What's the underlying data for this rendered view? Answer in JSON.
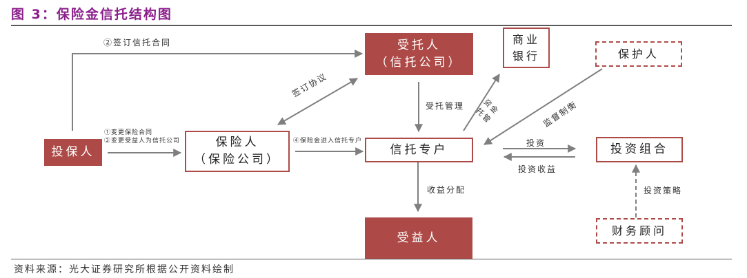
{
  "figure": {
    "title": "图 3：保险金信托结构图",
    "source": "资料来源：光大证券研究所根据公开资料绘制"
  },
  "nodes": {
    "policyholder": "投保人",
    "insurer_line1": "保险人",
    "insurer_line2": "（保险公司）",
    "trustee_line1": "受托人",
    "trustee_line2": "（信托公司）",
    "bank_line1": "商业",
    "bank_line2": "银行",
    "protector": "保护人",
    "trust_account": "信托专户",
    "portfolio": "投资组合",
    "beneficiary": "受益人",
    "advisor": "财务顾问"
  },
  "edges": {
    "sign_trust_contract": "②签订信托合同",
    "change_policy_line1": "①变更保险合同",
    "change_policy_line2": "③变更受益人为信托公司",
    "sign_agreement": "签订协议",
    "proceeds_into_account": "④保险金进入信托专户",
    "trust_management": "受托管理",
    "custody_line1": "资金",
    "custody_line2": "托管",
    "supervision": "监督制衡",
    "invest": "投资",
    "investment_return": "投资收益",
    "distribution": "收益分配",
    "strategy": "投资策略"
  },
  "colors": {
    "title": "#8b1e8b",
    "box_fill": "#ad4a47",
    "arrow": "#7f7f7f"
  }
}
